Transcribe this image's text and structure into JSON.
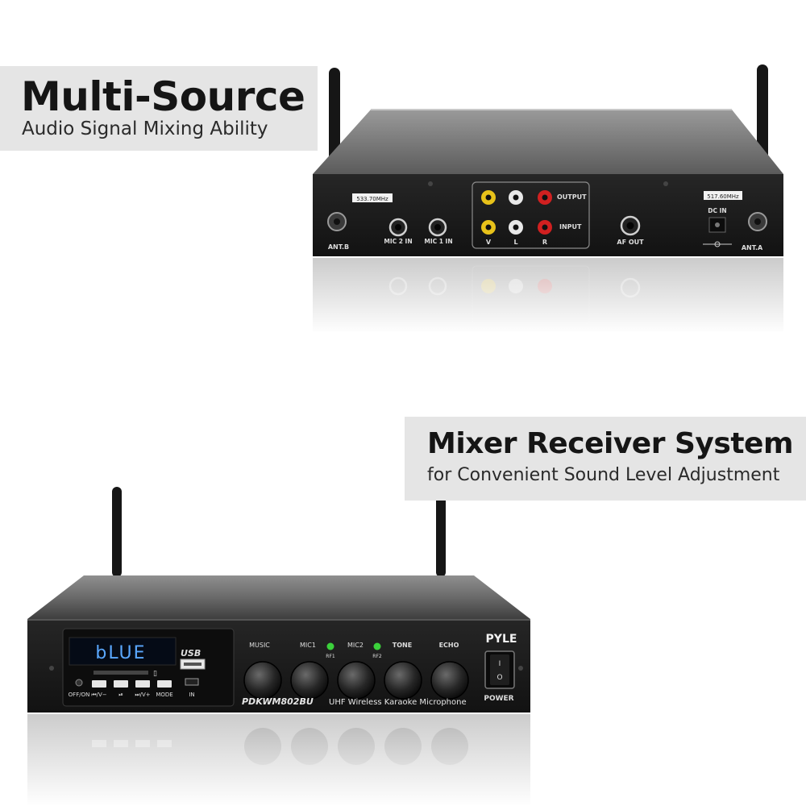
{
  "captions": {
    "top": {
      "headline": "Multi-Source",
      "sub": "Audio Signal Mixing Ability"
    },
    "bottom": {
      "headline": "Mixer Receiver System",
      "sub": "for Convenient Sound Level Adjustment"
    }
  },
  "rear_panel": {
    "freq_b": "533.70MHz",
    "freq_a": "517.60MHz",
    "ant_b": "ANT.B",
    "ant_a": "ANT.A",
    "mic2_in": "MIC 2 IN",
    "mic1_in": "MIC 1 IN",
    "output": "OUTPUT",
    "input": "INPUT",
    "v": "V",
    "l": "L",
    "r": "R",
    "af_out": "AF OUT",
    "dc_in": "DC IN"
  },
  "front_panel": {
    "display_text": "bLUE",
    "usb": "USB",
    "off_on": "OFF/ON",
    "prev_vol": "⏮/V−",
    "play_pause": "⏯",
    "next_vol": "⏭/V+",
    "mode": "MODE",
    "in": "IN",
    "music": "MUSIC",
    "mic1": "MIC1",
    "rf1": "RF1",
    "mic2": "MIC2",
    "rf2": "RF2",
    "tone": "TONE",
    "echo": "ECHO",
    "brand": "PYLE",
    "model": "PDKWM802BU",
    "model_desc": "UHF Wireless Karaoke Microphone",
    "power": "POWER"
  },
  "colors": {
    "caption_bg": "#e5e5e5",
    "chassis": "#1c1c1c",
    "display_blue": "#5aa8ff",
    "led_green": "#3bd13b",
    "rca_yellow": "#e8c21a",
    "rca_white": "#e9e9e9",
    "rca_red": "#d12020"
  }
}
